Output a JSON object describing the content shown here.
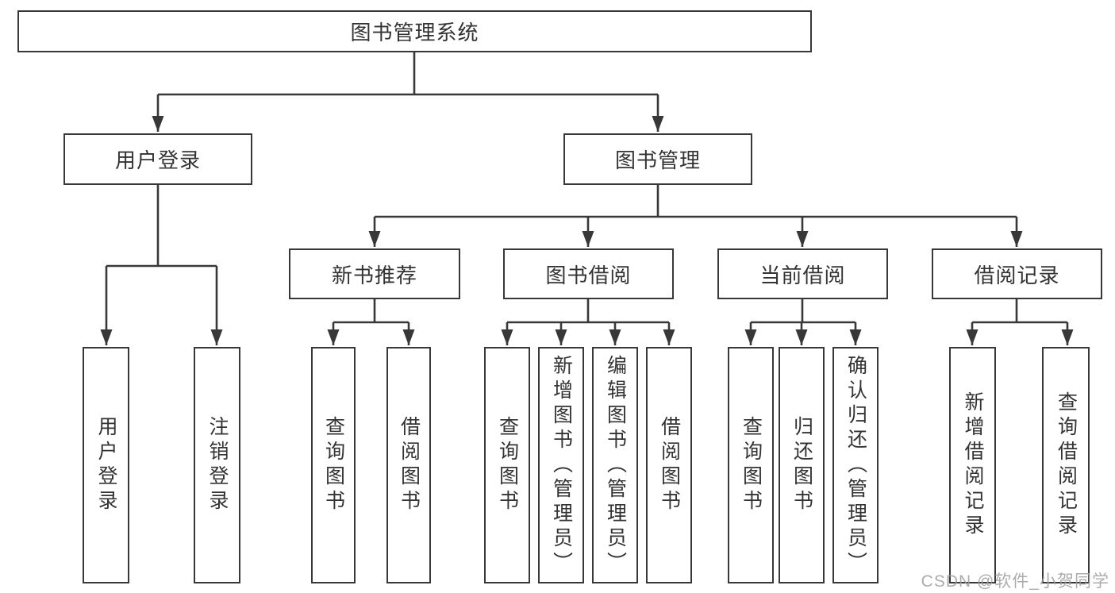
{
  "colors": {
    "line": "#383838",
    "box_border": "#383838",
    "text": "#333333",
    "watermark": "#9e9e9e",
    "background": "#ffffff"
  },
  "tree": {
    "root": {
      "label": "图书管理系统"
    },
    "branches": [
      {
        "label": "用户登录",
        "children": [
          {
            "label": "用户登录"
          },
          {
            "label": "注销登录"
          }
        ]
      },
      {
        "label": "图书管理",
        "groups": [
          {
            "label": "新书推荐",
            "children": [
              {
                "label": "查询图书"
              },
              {
                "label": "借阅图书"
              }
            ]
          },
          {
            "label": "图书借阅",
            "children": [
              {
                "label": "查询图书"
              },
              {
                "label": "新增图书（管理员）"
              },
              {
                "label": "编辑图书（管理员）"
              },
              {
                "label": "借阅图书"
              }
            ]
          },
          {
            "label": "当前借阅",
            "children": [
              {
                "label": "查询图书"
              },
              {
                "label": "归还图书"
              },
              {
                "label": "确认归还（管理员）"
              }
            ]
          },
          {
            "label": "借阅记录",
            "children": [
              {
                "label": "新增借阅记录"
              },
              {
                "label": "查询借阅记录"
              }
            ]
          }
        ]
      }
    ]
  },
  "watermark": {
    "text": "CSDN @软件_小贺同学"
  }
}
